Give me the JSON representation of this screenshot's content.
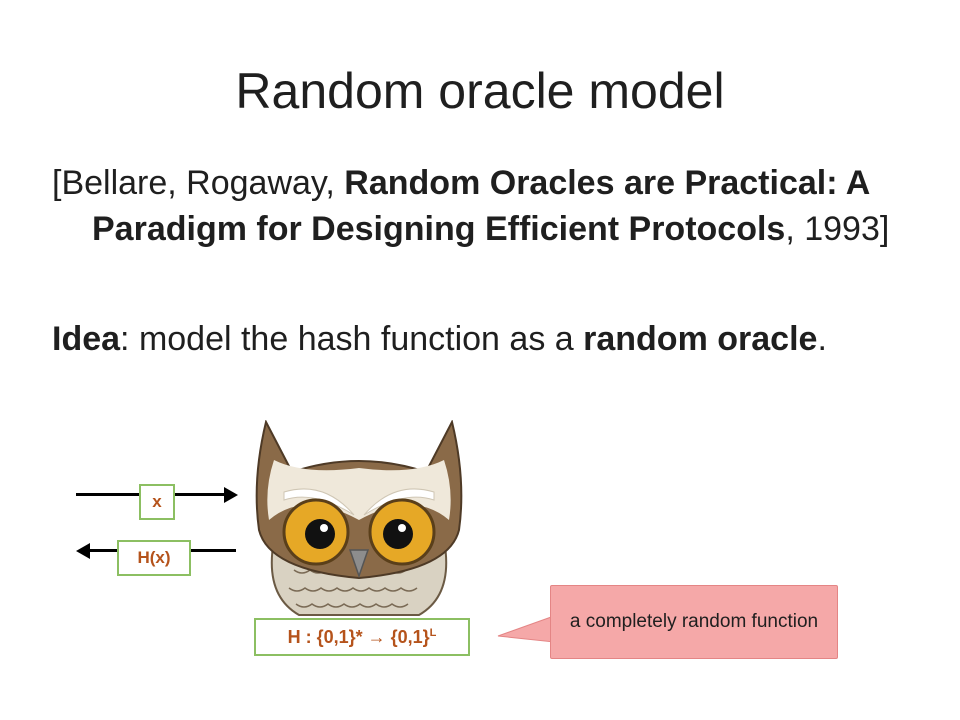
{
  "slide": {
    "title": "Random oracle model",
    "citation": {
      "open": "[Bellare, Rogaway, ",
      "paper_title": "Random Oracles are Practical: A Paradigm for Designing Efficient Protocols",
      "close": ", 1993]"
    },
    "idea": {
      "lead": "Idea",
      "middle": ": model the hash function as a ",
      "emphasis": "random oracle",
      "end": "."
    }
  },
  "diagram": {
    "input_label": "x",
    "output_label": "H(x)",
    "function_label": "H : {0,1}* → {0,1}",
    "function_superscript": "L",
    "callout_text": "a completely random function",
    "image_subject": "owl-icon",
    "colors": {
      "label_text": "#b5531b",
      "label_border": "#8cbf62",
      "callout_fill": "#f5a8a8"
    }
  }
}
